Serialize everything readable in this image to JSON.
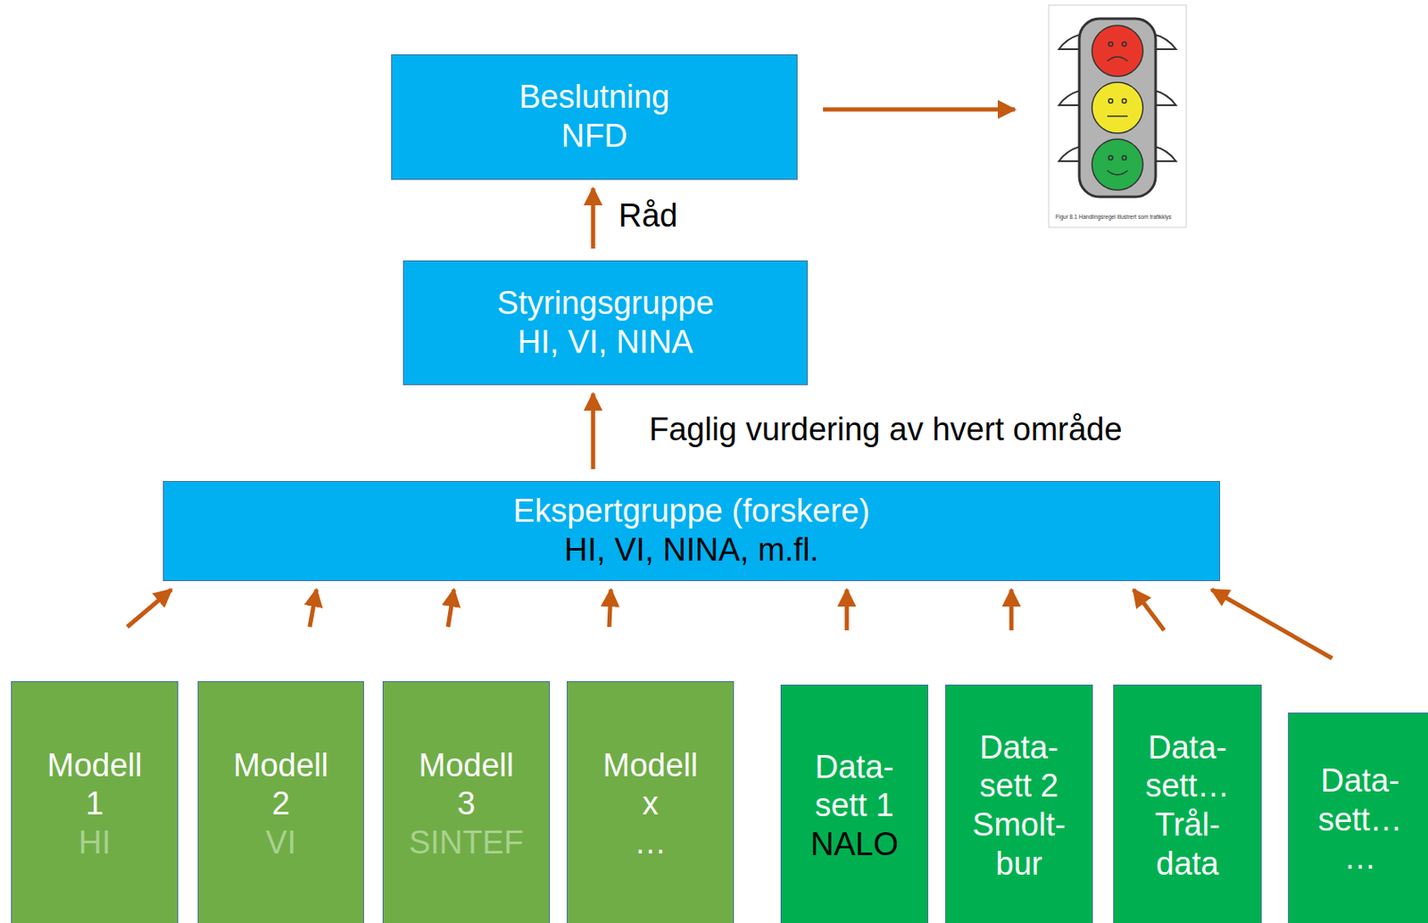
{
  "diagram": {
    "nodes": [
      {
        "text": [
          "Beslutning",
          "NFD"
        ]
      },
      {
        "text": [
          "Styringsgruppe",
          "HI, VI, NINA"
        ]
      },
      {
        "text": [
          "Ekspertgruppe (forskere)",
          "HI, VI, NINA, m.fl."
        ]
      },
      {
        "text": [
          "Modell 1",
          "HI"
        ]
      },
      {
        "text": [
          "Modell 2",
          "VI"
        ]
      },
      {
        "text": [
          "Modell 3",
          "SINTEF"
        ]
      },
      {
        "text": [
          "Modell x",
          "…"
        ]
      },
      {
        "text": [
          "Data-sett 1",
          "NALO"
        ]
      },
      {
        "text": [
          "Data-sett 2",
          "Smolt-bur"
        ]
      },
      {
        "text": [
          "Data-sett…",
          "Trål-data"
        ]
      },
      {
        "text": [
          "Data-sett…",
          "…"
        ]
      }
    ],
    "edges": [
      {
        "from": 1,
        "to": 0,
        "label": "Råd",
        "arrow": "to"
      },
      {
        "from": 2,
        "to": 1,
        "label": "Faglig vurdering av hvert område",
        "arrow": "to"
      },
      {
        "from": 3,
        "to": 2,
        "arrow": "to"
      },
      {
        "from": 4,
        "to": 2,
        "arrow": "to"
      },
      {
        "from": 5,
        "to": 2,
        "arrow": "to"
      },
      {
        "from": 6,
        "to": 2,
        "arrow": "to"
      },
      {
        "from": 7,
        "to": 2,
        "arrow": "to"
      },
      {
        "from": 8,
        "to": 2,
        "arrow": "to"
      },
      {
        "from": 9,
        "to": 2,
        "arrow": "to"
      },
      {
        "from": 10,
        "to": 2,
        "arrow": "to"
      }
    ],
    "labels": [
      "Figur 8.1 Handlingsregel illustrert som trafikklys"
    ]
  }
}
